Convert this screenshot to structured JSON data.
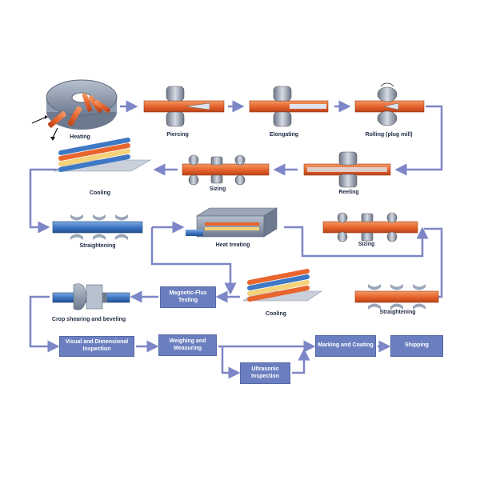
{
  "colors": {
    "flow": "#7d86c6",
    "box": "#6b7fc0",
    "pipe_orange": "#e8662e",
    "pipe_blue": "#3f78c4",
    "pipe_yellow": "#f3d27a",
    "roller": "#9aa6b8",
    "machine": "#8d9bb0"
  },
  "stages": {
    "heating": "Heating",
    "piercing": "Piercing",
    "elongating": "Elongating",
    "rolling": "Rolling (plug mill)",
    "reeling": "Reeling",
    "sizing_1": "Sizing",
    "cooling_1": "Cooling",
    "straightening_1": "Straightening",
    "heat_treating": "Heat treating",
    "sizing_2": "Sizing",
    "straightening_2": "Straightening",
    "cooling_2": "Cooling",
    "crop": "Crop shearing and beveling"
  },
  "boxes": {
    "magnetic": "Magnetic-Flux Testing",
    "visual": "Visual and Dimensional Inspection",
    "weighing": "Weighing and Measuring",
    "ultrasonic": "Ultrasonic Inspection",
    "marking": "Marking and Coating",
    "shipping": "Shipping"
  },
  "icons": [
    "rotary-furnace-icon",
    "piercing-mill-icon",
    "elongator-icon",
    "plug-mill-icon",
    "reeler-icon",
    "sizing-mill-icon",
    "cooling-bed-icon",
    "straightener-icon",
    "heat-treat-furnace-icon",
    "crop-shear-icon"
  ]
}
